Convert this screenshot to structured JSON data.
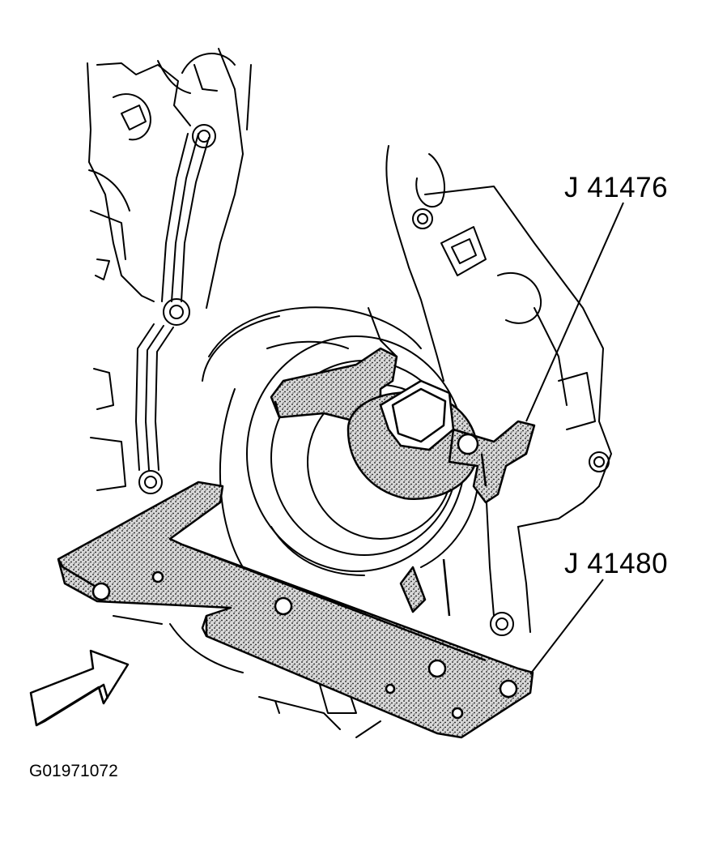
{
  "callouts": {
    "tool_upper": "J 41476",
    "tool_lower": "J 41480"
  },
  "figure_id": "G01971072",
  "colors": {
    "line": "#000000",
    "background": "#ffffff",
    "stipple_dot": "#111111",
    "stipple_bg": "#d9d9d9"
  },
  "icons": {
    "direction_arrow": "block-arrow-icon"
  }
}
